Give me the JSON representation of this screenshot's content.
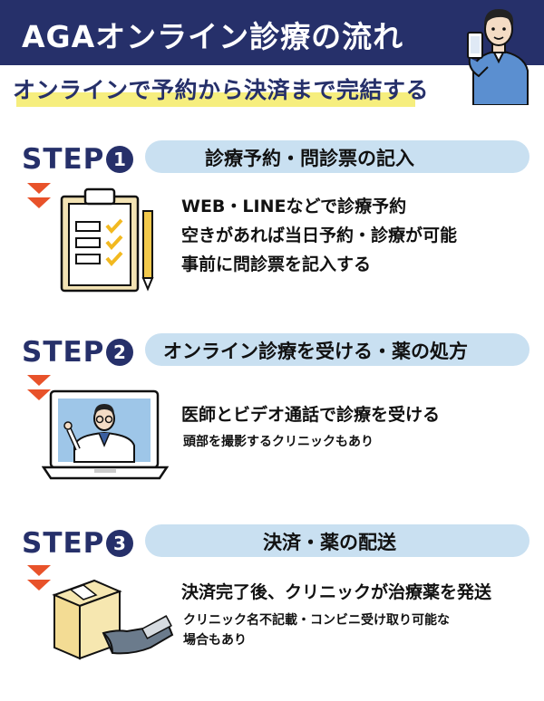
{
  "header": {
    "title": "AGAオンライン診療の流れ"
  },
  "subtitle": "オンラインで予約から決済まで完結する",
  "colors": {
    "navy": "#26306a",
    "pill": "#c9e0f1",
    "arrow": "#e8522a",
    "highlight": "#f6ee7e"
  },
  "steps": [
    {
      "label": "STEP",
      "number": "1",
      "title": "診療予約・問診票の記入",
      "lines": [
        "WEB・LINEなどで診療予約",
        "空きがあれば当日予約・診療が可能",
        "事前に問診票を記入する"
      ]
    },
    {
      "label": "STEP",
      "number": "2",
      "title": "オンライン診療を受ける・薬の処方",
      "lines": [
        "医師とビデオ通話で診療を受ける",
        "頭部を撮影するクリニックもあり"
      ]
    },
    {
      "label": "STEP",
      "number": "3",
      "title": "決済・薬の配送",
      "lines": [
        "決済完了後、クリニックが治療薬を発送",
        "クリニック名不記載・コンビニ受け取り可能な",
        "場合もあり"
      ]
    }
  ],
  "icons": [
    "person-with-phone-icon",
    "clipboard-checklist-icon",
    "laptop-doctor-icon",
    "package-handover-icon"
  ]
}
